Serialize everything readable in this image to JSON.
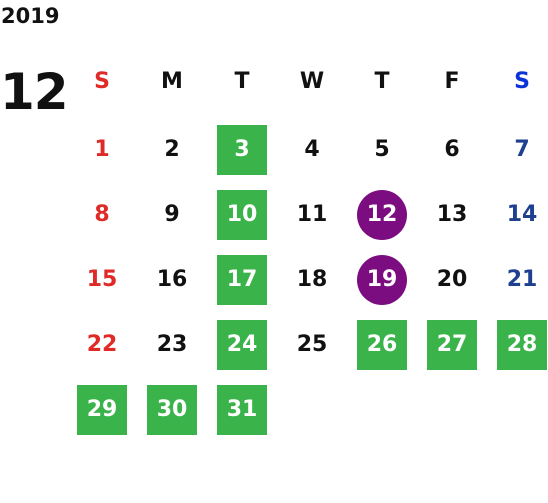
{
  "year": "2019",
  "month": "12",
  "weekdays": [
    {
      "label": "S",
      "color": "#e02a27"
    },
    {
      "label": "M",
      "color": "#111111"
    },
    {
      "label": "T",
      "color": "#111111"
    },
    {
      "label": "W",
      "color": "#111111"
    },
    {
      "label": "T",
      "color": "#111111"
    },
    {
      "label": "F",
      "color": "#111111"
    },
    {
      "label": "S",
      "color": "#0b33d8"
    }
  ],
  "colors": {
    "sunday": "#e02a27",
    "saturday": "#1f3f8f",
    "weekday": "#111111",
    "highlight_green": "#3ab34a",
    "highlight_purple": "#7b0d80"
  },
  "weeks": [
    [
      {
        "day": "1",
        "style": "sunday"
      },
      {
        "day": "2",
        "style": "normal"
      },
      {
        "day": "3",
        "style": "green"
      },
      {
        "day": "4",
        "style": "normal"
      },
      {
        "day": "5",
        "style": "normal"
      },
      {
        "day": "6",
        "style": "normal"
      },
      {
        "day": "7",
        "style": "saturday"
      }
    ],
    [
      {
        "day": "8",
        "style": "sunday"
      },
      {
        "day": "9",
        "style": "normal"
      },
      {
        "day": "10",
        "style": "green"
      },
      {
        "day": "11",
        "style": "normal"
      },
      {
        "day": "12",
        "style": "purple"
      },
      {
        "day": "13",
        "style": "normal"
      },
      {
        "day": "14",
        "style": "saturday"
      }
    ],
    [
      {
        "day": "15",
        "style": "sunday"
      },
      {
        "day": "16",
        "style": "normal"
      },
      {
        "day": "17",
        "style": "green"
      },
      {
        "day": "18",
        "style": "normal"
      },
      {
        "day": "19",
        "style": "purple"
      },
      {
        "day": "20",
        "style": "normal"
      },
      {
        "day": "21",
        "style": "saturday"
      }
    ],
    [
      {
        "day": "22",
        "style": "sunday"
      },
      {
        "day": "23",
        "style": "normal"
      },
      {
        "day": "24",
        "style": "green"
      },
      {
        "day": "25",
        "style": "normal"
      },
      {
        "day": "26",
        "style": "green"
      },
      {
        "day": "27",
        "style": "green"
      },
      {
        "day": "28",
        "style": "green"
      }
    ],
    [
      {
        "day": "29",
        "style": "green"
      },
      {
        "day": "30",
        "style": "green"
      },
      {
        "day": "31",
        "style": "green"
      }
    ]
  ]
}
